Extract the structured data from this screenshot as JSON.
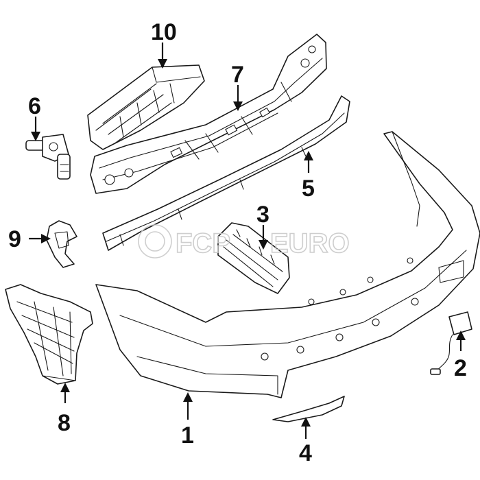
{
  "diagram": {
    "callouts": [
      {
        "id": "1",
        "label": "1"
      },
      {
        "id": "2",
        "label": "2"
      },
      {
        "id": "3",
        "label": "3"
      },
      {
        "id": "4",
        "label": "4"
      },
      {
        "id": "5",
        "label": "5"
      },
      {
        "id": "6",
        "label": "6"
      },
      {
        "id": "7",
        "label": "7"
      },
      {
        "id": "8",
        "label": "8"
      },
      {
        "id": "9",
        "label": "9"
      },
      {
        "id": "10",
        "label": "10"
      }
    ]
  },
  "watermark": {
    "brand_fcp": "FCP",
    "brand_euro": "EURO"
  },
  "colors": {
    "line": "#1a1a1a",
    "background": "#ffffff",
    "watermark": "#c9c9c9"
  }
}
